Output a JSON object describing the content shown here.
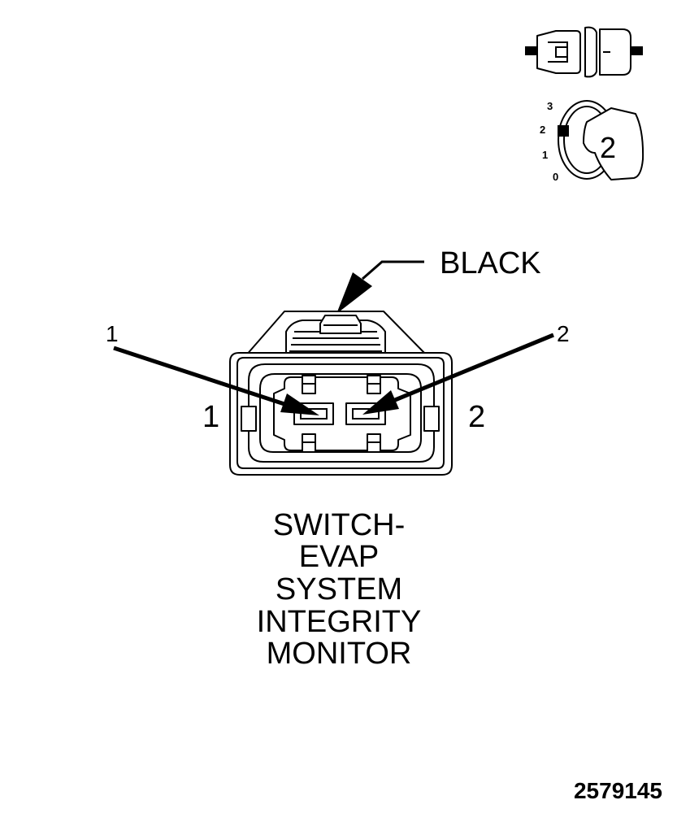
{
  "connector": {
    "color_label": "BLACK",
    "pin_callouts": [
      "1",
      "2"
    ],
    "pin_side_labels": [
      "1",
      "2"
    ],
    "title_lines": [
      "SWITCH-",
      "EVAP",
      "SYSTEM",
      "INTEGRITY",
      "MONITOR"
    ]
  },
  "key_icon": {
    "number": "2",
    "scale": [
      "3",
      "2",
      "1",
      "0"
    ]
  },
  "figure_id": "2579145"
}
